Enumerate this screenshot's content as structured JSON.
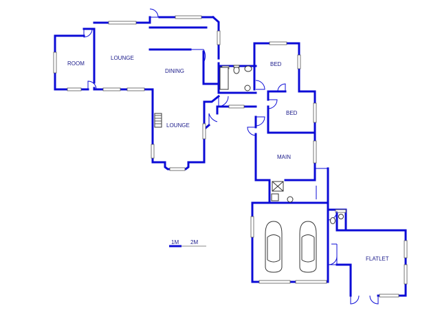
{
  "rooms": {
    "room": "ROOM",
    "lounge_top": "LOUNGE",
    "dining": "DINING",
    "lounge_bottom": "LOUNGE",
    "bed_top": "BED",
    "bed_bottom": "BED",
    "main": "MAIN",
    "flatlet": "FLATLET"
  },
  "scale": {
    "mark_1": "1M",
    "mark_2": "2M"
  },
  "colors": {
    "wall": "#0b0bd6",
    "label": "#1a1a8a"
  },
  "icons": [
    "car-icon",
    "toilet-icon",
    "basin-icon",
    "fireplace-icon",
    "door-swing-icon"
  ]
}
